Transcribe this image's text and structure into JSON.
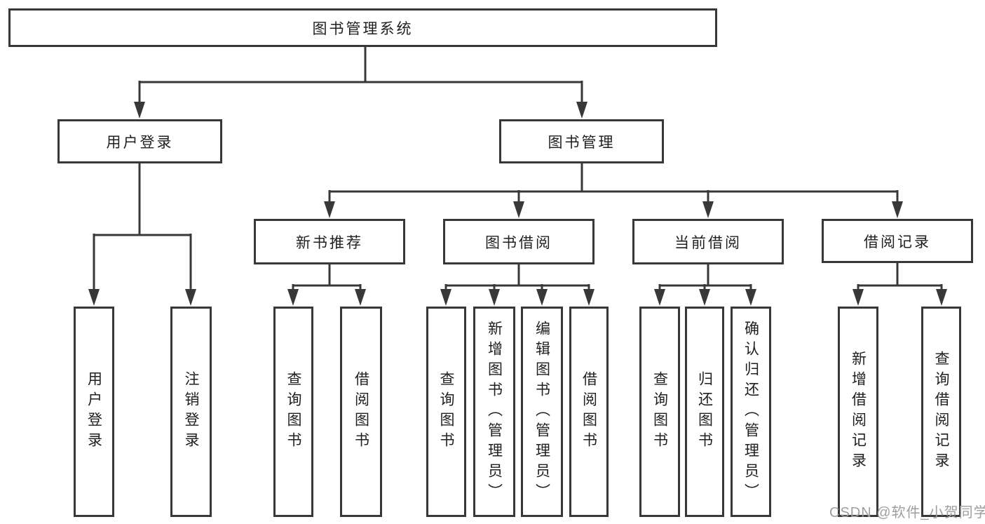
{
  "diagram": {
    "type": "hierarchy-tree",
    "root": {
      "label": "图书管理系统",
      "children": [
        {
          "label": "用户登录",
          "children": [
            {
              "label": "用户登录"
            },
            {
              "label": "注销登录"
            }
          ]
        },
        {
          "label": "图书管理",
          "children": [
            {
              "label": "新书推荐",
              "children": [
                {
                  "label": "查询图书"
                },
                {
                  "label": "借阅图书"
                }
              ]
            },
            {
              "label": "图书借阅",
              "children": [
                {
                  "label": "查询图书"
                },
                {
                  "label": "新增图书（管理员）"
                },
                {
                  "label": "编辑图书（管理员）"
                },
                {
                  "label": "借阅图书"
                }
              ]
            },
            {
              "label": "当前借阅",
              "children": [
                {
                  "label": "查询图书"
                },
                {
                  "label": "归还图书"
                },
                {
                  "label": "确认归还（管理员）"
                }
              ]
            },
            {
              "label": "借阅记录",
              "children": [
                {
                  "label": "新增借阅记录"
                },
                {
                  "label": "查询借阅记录"
                }
              ]
            }
          ]
        }
      ]
    },
    "colors": {
      "line": "#383838",
      "text": "#1f1f1f",
      "box_fill": "#ffffff",
      "background": "#ffffff",
      "watermark": "#9e9e9e"
    }
  },
  "watermark": {
    "text": "CSDN @软件_小贺同学"
  }
}
